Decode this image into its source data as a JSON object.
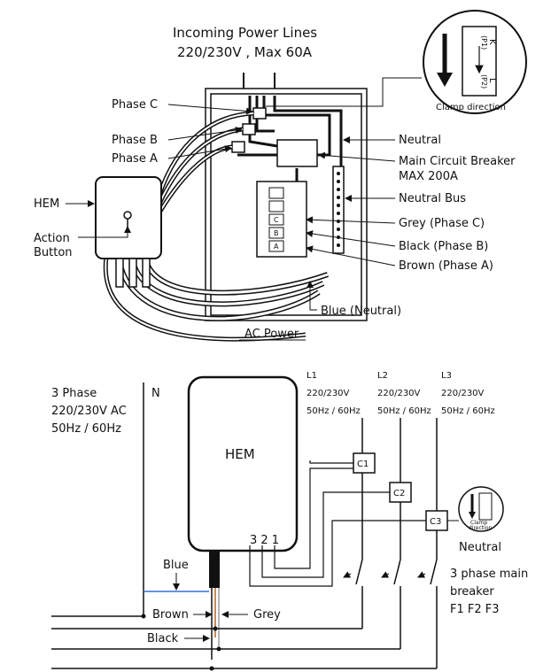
{
  "top_diagram": {
    "title_line1": "Incoming Power Lines",
    "title_line2": "220/230V , Max 60A",
    "clamp": {
      "caption": "Clamp direction",
      "k": "K",
      "l": "L",
      "p1": "(P1)",
      "p2": "(P2)"
    },
    "left_labels": {
      "phase_c": "Phase C",
      "phase_b": "Phase B",
      "phase_a": "Phase A",
      "hem": "HEM",
      "action_line1": "Action",
      "action_line2": "Button"
    },
    "right_labels": {
      "neutral": "Neutral",
      "breaker_line1": "Main Circuit Breaker",
      "breaker_line2": "MAX 200A",
      "neutral_bus": "Neutral Bus",
      "grey": "Grey (Phase C)",
      "black": "Black (Phase B)",
      "brown": "Brown (Phase A)",
      "blue": "Blue (Neutral)"
    },
    "ac_power": "AC Power",
    "terminal_labels": [
      "C",
      "B",
      "A"
    ]
  },
  "bottom_diagram": {
    "supply_line1": "3 Phase",
    "supply_line2": "220/230V AC",
    "supply_line3": "50Hz / 60Hz",
    "n_label": "N",
    "hem": "HEM",
    "hem_terminals": "3  2  1",
    "lines": [
      {
        "name": "L1",
        "voltage": "220/230V",
        "freq": "50Hz / 60Hz",
        "clamp": "C1"
      },
      {
        "name": "L2",
        "voltage": "220/230V",
        "freq": "50Hz / 60Hz",
        "clamp": "C2"
      },
      {
        "name": "L3",
        "voltage": "220/230V",
        "freq": "50Hz / 60Hz",
        "clamp": "C3"
      }
    ],
    "clamp_caption_line1": "Clamp",
    "clamp_caption_line2": "direction",
    "neutral": "Neutral",
    "breaker_line1": "3 phase main",
    "breaker_line2": "breaker",
    "breaker_line3": "F1  F2  F3",
    "wire_blue": "Blue",
    "wire_brown": "Brown",
    "wire_grey": "Grey",
    "wire_black": "Black"
  },
  "colors": {
    "line": "#111111",
    "blue_wire": "#3a6fd0",
    "brown_wire": "#b5651d",
    "grey_wire": "#9a9a9a",
    "panel_fill": "#f2f2f2"
  }
}
